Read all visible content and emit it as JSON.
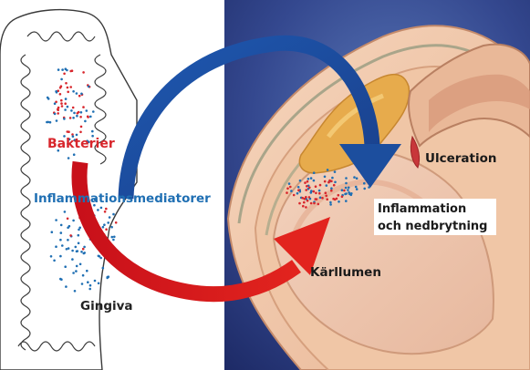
{
  "labels": {
    "bacteria": "Bakterier",
    "mediators": "Inflammationsmediatorer",
    "gingiva": "Gingiva",
    "ulceration": "Ulceration",
    "inflammation_line1": "Inflammation",
    "inflammation_line2": "och nedbrytning",
    "lumen": "Kärllumen"
  },
  "colors": {
    "bacteria_red": "#d8262c",
    "mediator_blue": "#1f6fb3",
    "background_blue": "#2b3d8a",
    "tissue": "#f1c7a8",
    "plaque": "#e6a94a"
  },
  "icons": {
    "blue_arrow": "curved-arrow-down-right",
    "red_arrow": "curved-arrow-up-right"
  }
}
